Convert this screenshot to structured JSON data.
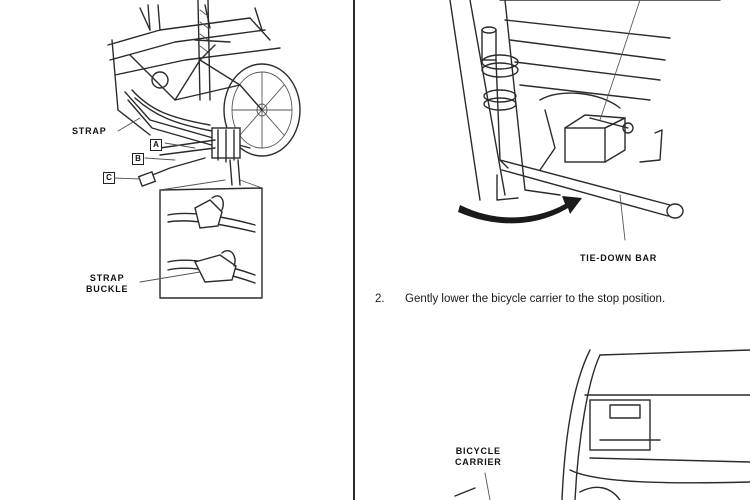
{
  "left_figure": {
    "labels": {
      "strap": "STRAP",
      "strap_buckle_line1": "STRAP",
      "strap_buckle_line2": "BUCKLE"
    },
    "callouts": {
      "a": "A",
      "b": "B",
      "c": "C"
    }
  },
  "right_figure_top": {
    "labels": {
      "tie_down_bar": "TIE-DOWN BAR"
    }
  },
  "step": {
    "number": "2.",
    "text": "Gently lower the bicycle carrier to the stop position."
  },
  "right_figure_bottom": {
    "labels": {
      "bicycle_carrier_line1": "BICYCLE",
      "bicycle_carrier_line2": "CARRIER"
    }
  }
}
